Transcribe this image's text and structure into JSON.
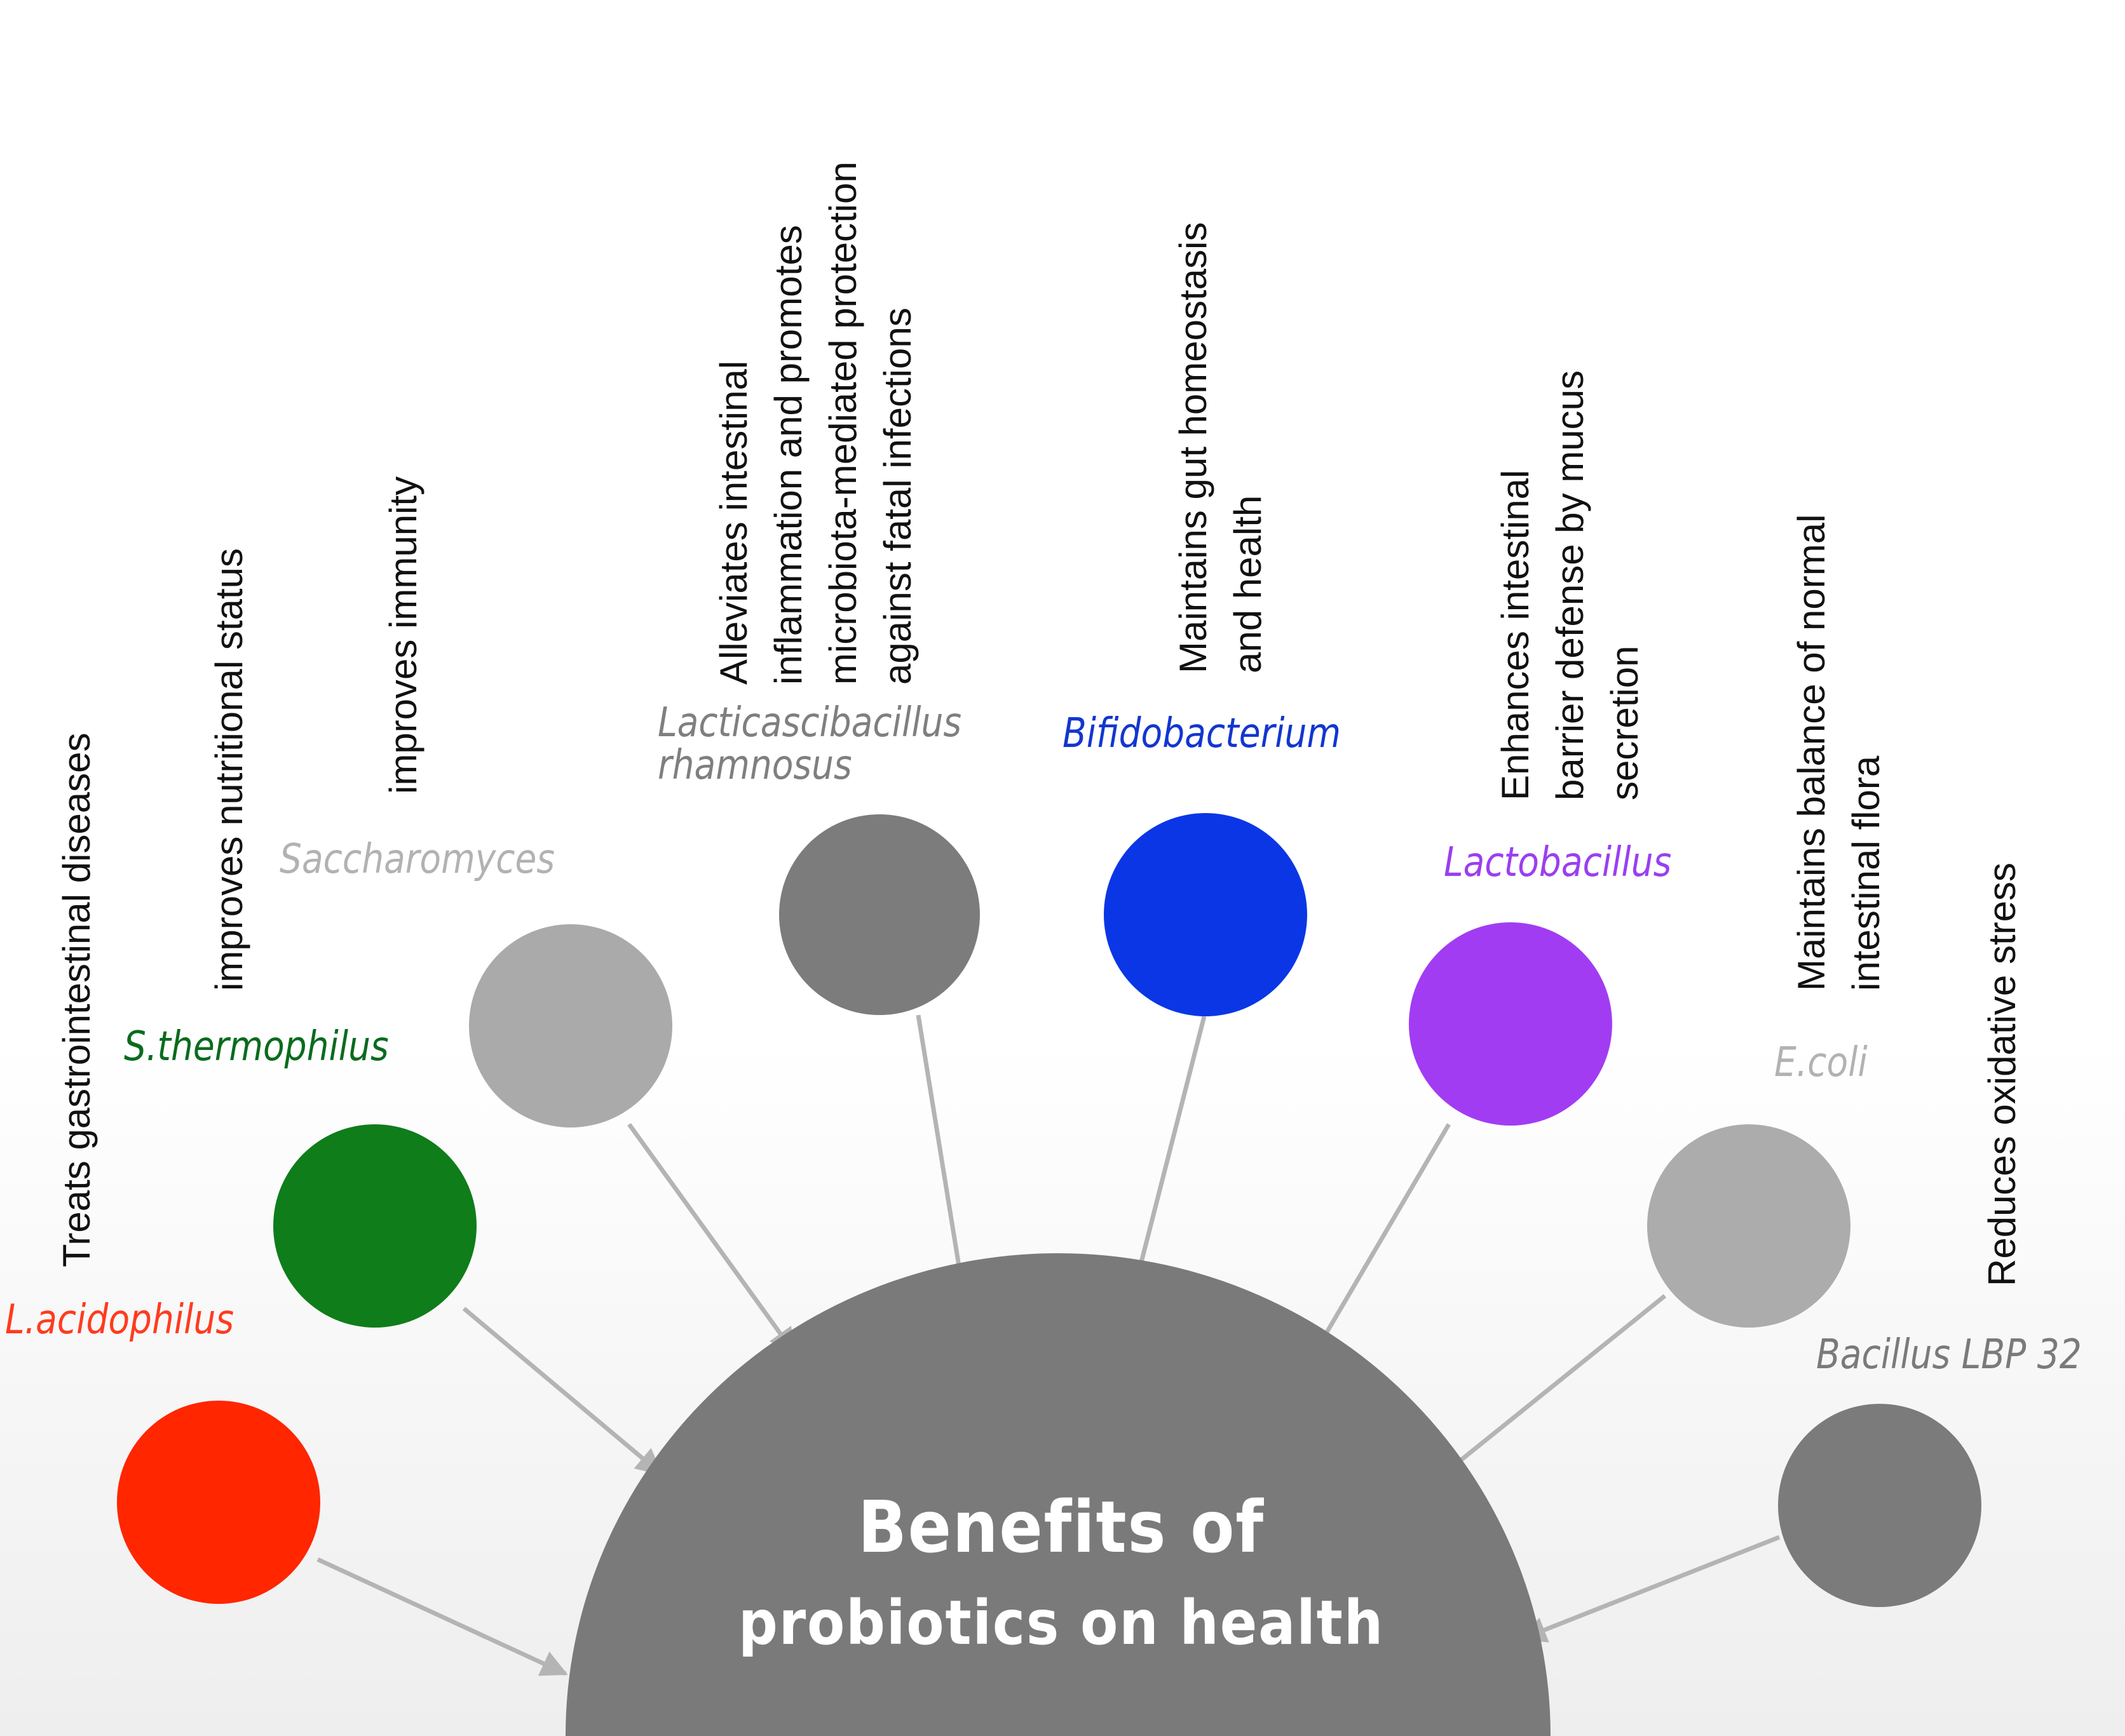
{
  "title": {
    "line1": "Benefits of",
    "line2": "probiotics on health"
  },
  "colors": {
    "hub": "#7a7a7a",
    "arrow": "#b4b4b4",
    "background_top": "#ffffff",
    "background_bottom": "#f0f0f0"
  },
  "probiotics": [
    {
      "species": "L.acidophilus",
      "species_color": "#ff3b1f",
      "node_color": "#ff2600",
      "benefit": [
        "Treats gastrointestinal diseases"
      ]
    },
    {
      "species": "S.thermophilus",
      "species_color": "#0a6b1e",
      "node_color": "#0e7d1a",
      "benefit": [
        "improves nutritional status"
      ]
    },
    {
      "species": "Saccharomyces",
      "species_color": "#b2b2b2",
      "node_color": "#aaaaaa",
      "benefit": [
        "improves immunity"
      ]
    },
    {
      "species": [
        "Lacticascibacillus",
        "rhamnosus"
      ],
      "species_color": "#7f7f7f",
      "node_color": "#7c7c7c",
      "benefit": [
        "Alleviates intestinal",
        "inflammation and promotes",
        "microbiota-mediated protection",
        "against fatal infections"
      ]
    },
    {
      "species": "Bifidobacterium",
      "species_color": "#1336cf",
      "node_color": "#0a36e6",
      "benefit": [
        "Maintains gut homeostasis",
        "and health"
      ]
    },
    {
      "species": "Lactobacillus",
      "species_color": "#9a3ff0",
      "node_color": "#a23cf2",
      "benefit": [
        "Enhances intestinal",
        "barrier defense by mucus",
        "secretion"
      ]
    },
    {
      "species": "E.coli",
      "species_color": "#b2b2b2",
      "node_color": "#acacac",
      "benefit": [
        "Maintains balance of normal",
        "intestinal flora"
      ]
    },
    {
      "species": "Bacillus LBP 32",
      "species_color": "#7a7a7a",
      "node_color": "#7b7b7b",
      "benefit": [
        "Reduces oxidative stress"
      ]
    }
  ]
}
